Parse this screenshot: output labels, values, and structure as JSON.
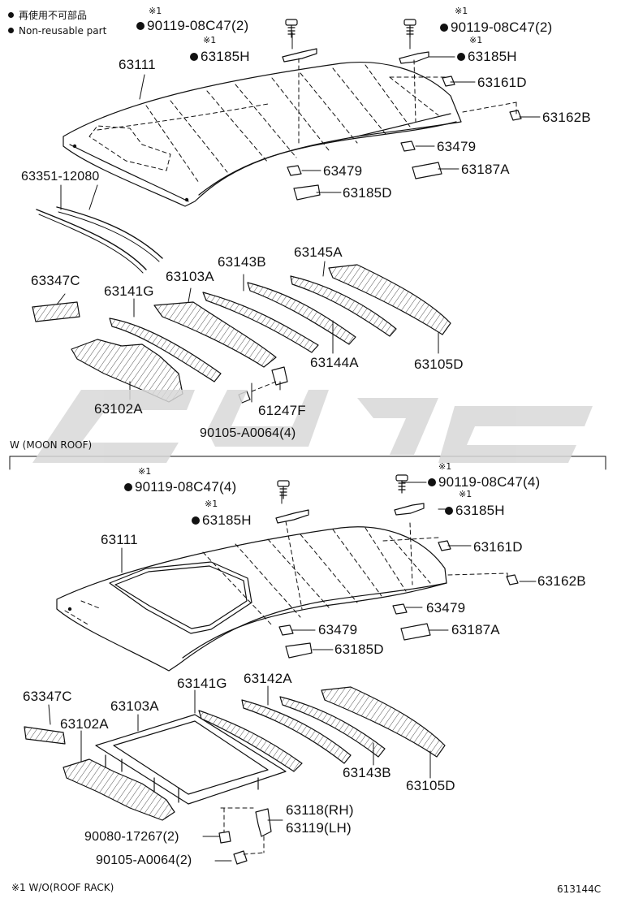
{
  "legend": {
    "nonreusable_ja": "再使用不可部品",
    "nonreusable_en": "Non-reusable part"
  },
  "note_mark": "※1",
  "top": {
    "bolt_left": "90119-08C47(2)",
    "bolt_right": "90119-08C47(2)",
    "bracket_h_left": "63185H",
    "bracket_h_right": "63185H",
    "roof_panel": "63111",
    "p63161d": "63161D",
    "p63162b": "63162B",
    "p63479_a": "63479",
    "p63479_b": "63479",
    "p63187a": "63187A",
    "p63185d": "63185D",
    "weatherstrip": "63351-12080",
    "p63347c": "63347C",
    "p63141g": "63141G",
    "p63103a": "63103A",
    "p63143b": "63143B",
    "p63145a": "63145A",
    "p63144a": "63144A",
    "p63105d": "63105D",
    "p63102a": "63102A",
    "p61247f": "61247F",
    "screw": "90105-A0064(4)"
  },
  "section_title": "W (MOON ROOF)",
  "bottom": {
    "bolt_left": "90119-08C47(4)",
    "bolt_right": "90119-08C47(4)",
    "bracket_h_left": "63185H",
    "bracket_h_right": "63185H",
    "roof_panel": "63111",
    "p63161d": "63161D",
    "p63162b": "63162B",
    "p63479_a": "63479",
    "p63479_b": "63479",
    "p63187a": "63187A",
    "p63185d": "63185D",
    "p63347c": "63347C",
    "p63103a": "63103A",
    "p63141g": "63141G",
    "p63142a": "63142A",
    "p63102a": "63102A",
    "p63143b": "63143B",
    "p63105d": "63105D",
    "p63118": "63118(RH)",
    "p63119": "63119(LH)",
    "nut": "90080-17267(2)",
    "screw": "90105-A0064(2)"
  },
  "footnote": "※1 W/O(ROOF RACK)",
  "diagram_id": "613144C"
}
